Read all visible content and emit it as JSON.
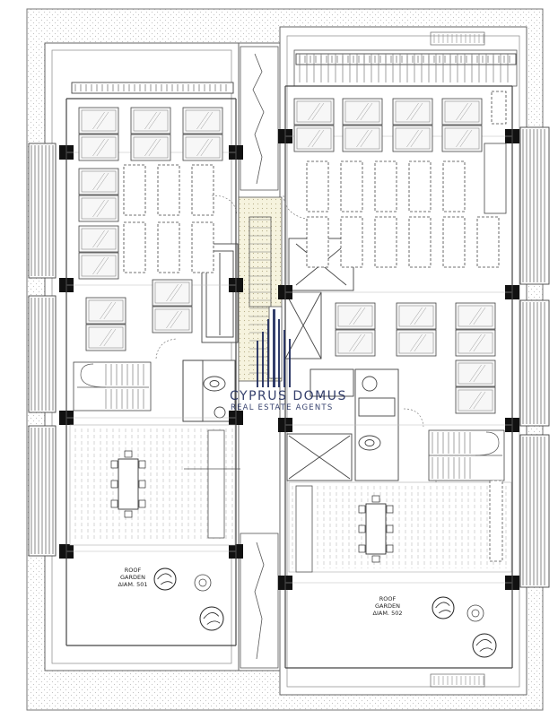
{
  "watermark": {
    "title": "CYPRUS DOMUS",
    "subtitle": "REAL ESTATE AGENTS"
  },
  "gardens": {
    "left": {
      "line1": "ROOF",
      "line2": "GARDEN",
      "line3": "ΔΙΑΜ. 501"
    },
    "right": {
      "line1": "ROOF",
      "line2": "GARDEN",
      "line3": "ΔΙΑΜ. 502"
    }
  },
  "colors": {
    "line": "#3a3a3a",
    "solar_fill": "#f6f6f6",
    "pattern_dot": "#c9c9c9",
    "stair_fill": "#f4f1d8",
    "watermark": "#1d2a5c"
  }
}
